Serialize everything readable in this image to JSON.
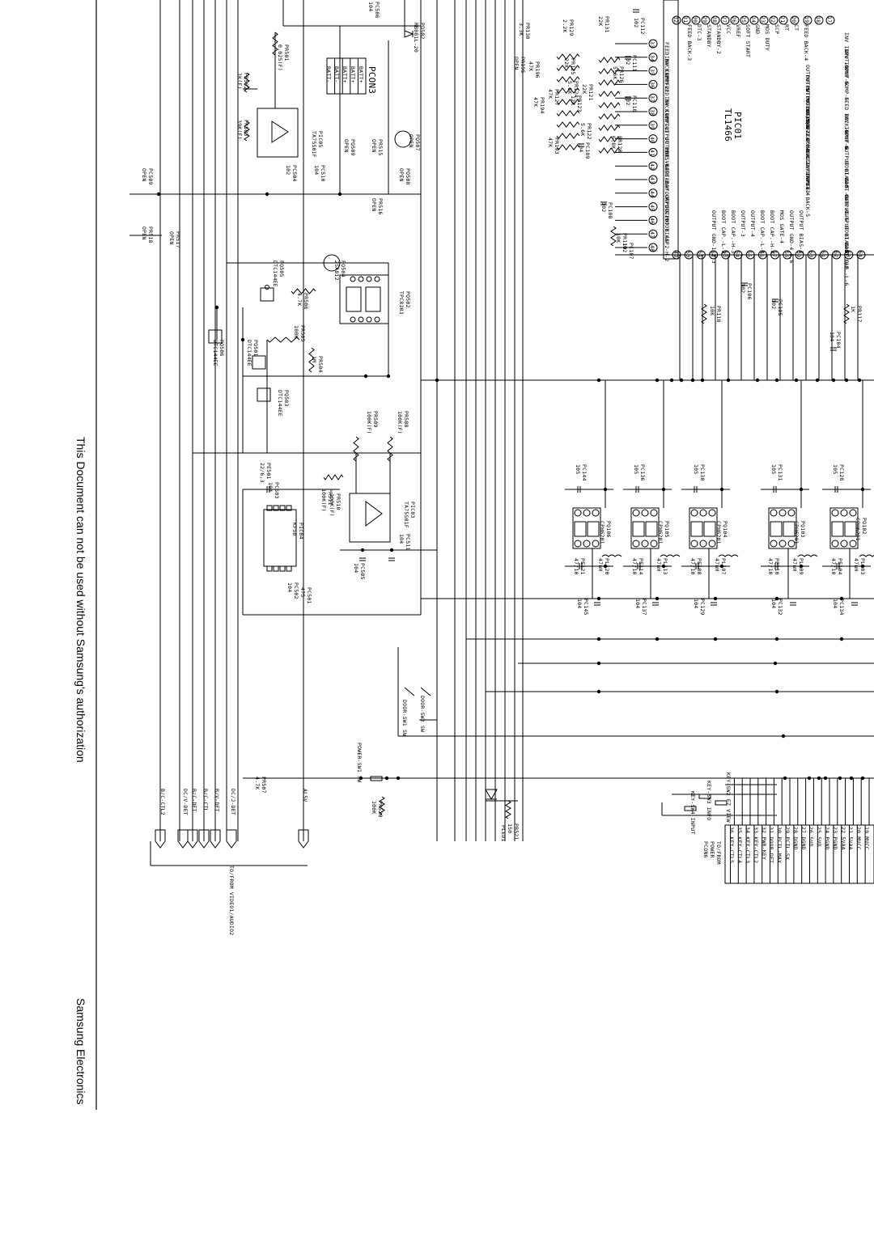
{
  "document": {
    "notice": "This Document can not be used without Samsung's authorization",
    "footer": "Samsung Electronics"
  },
  "schematic": {
    "main_ic": {
      "ref": "PIC01",
      "part": "TL1466"
    },
    "battery_connector": {
      "ref": "PCON3",
      "pins": [
        "BATT+",
        "BATT+",
        "BATT+",
        "BATT-",
        "BATT-"
      ]
    },
    "power_connector": {
      "label": "TO/FROM POWER PCON6",
      "pins": [
        "19 MVCC",
        "20 MVCC",
        "21 5VAA",
        "22 5VAA",
        "23 PGND",
        "24 PGND",
        "25 5VD",
        "26 5VD",
        "27 DGND",
        "28 DGND",
        "29 PCTL-SX",
        "30 PCTL-MAX",
        "31 DOOR-DET",
        "32 PWR-KEY",
        "33 KEY-CTL2",
        "34 KEY-CTL3",
        "35 KEY-CTL4",
        "36 KEY-CTL5"
      ]
    },
    "video_audio_connector": {
      "label": "TO/FROM VIDEO1/AUDIO2",
      "signals": [
        "B/C-CTL2",
        "DC/V-DET",
        "B/C-DET",
        "B/C-CTL",
        "B/V-DET",
        "DC/J-DET",
        "AL5V"
      ]
    },
    "switches": [
      "POWER-SW1 SW",
      "DOOR-SW1 SW",
      "DOOR-SW2 SW",
      "KEY-SW2 EZ VIEW",
      "KEY-SW3 INFO",
      "KEY-SW4 INPUT"
    ],
    "led": "PLED1",
    "ic_pins_left": [
      "FEED BACK-3",
      "DTC-3",
      "STANDBY",
      "STANDBY-2",
      "VCC",
      "VREF",
      "SOFT START",
      "GND",
      "MOS DUTY",
      "SCP",
      "RT",
      "CT",
      "FEED BACK-4"
    ],
    "ic_pins_right": [
      "FEED BACK-2",
      "INV INPUT-2",
      "COMP-2",
      "FEED BACK-1",
      "INV INPUT-1",
      "COMP-1",
      "OUTPUT BIAS-1",
      "OUTPUT VCC-1-3",
      "MOS GATE-1",
      "BOOT CAP.-H-1",
      "BOOT CAP.-L-1",
      "OUTPUT-1",
      "OUTPUT BIAS-2",
      "BOOT CAP.-H-2"
    ],
    "ic_pins_inner": [
      "OUTPUT-5",
      "OUTPUT VCC-4,5,6",
      "OUTPUT BIAS-4",
      "OUTPUT VCC-2",
      "OUTPUT-2",
      "BOOT CAP.-L-2",
      "FEED BACK-2",
      "COMP-3",
      "INV INPUT-3",
      "INV INPUT-4",
      "COMP-4",
      "FEED BACK-5"
    ],
    "ic_pins_bottom": [
      "OUTPUT GND-1,2,3",
      "BOOT CAP.-L-3",
      "BOOT CAP.-H-3",
      "OUTPUT-3",
      "OUTPUT-4",
      "BOOT CAP.-L-4",
      "BOOT CAP.-H-4",
      "MOS GATE-4",
      "OUTPUT GND-4,5,6",
      "OUTPUT BIAS-3"
    ],
    "ic_pins_far": [
      "INV INPUT-5",
      "INV INPUT-6",
      "COMP-5",
      "COMP-6",
      "FEED BACK-6",
      "INV INPUT-6",
      "COMP-6",
      "OUTPUT BIAS-5",
      "BOOT CAP.-H-5",
      "BOOT CAP.-L-5",
      "OUTPUT-6",
      "OUTPUT BIAS-6",
      "BOOT CAP.-H-6",
      "BOOT CAP.-L-6"
    ],
    "pin_numbers": [
      "17",
      "18",
      "19",
      "20",
      "21",
      "22",
      "23",
      "24",
      "25",
      "26",
      "27",
      "28",
      "29",
      "30",
      "31",
      "32",
      "33",
      "34",
      "35",
      "36",
      "37",
      "38",
      "39",
      "40",
      "41",
      "42",
      "43",
      "44",
      "45",
      "46",
      "47",
      "48",
      "49",
      "50",
      "51",
      "52",
      "53",
      "54",
      "55",
      "56",
      "57",
      "58",
      "59",
      "60",
      "61",
      "62",
      "63",
      "64"
    ],
    "components": [
      {
        "ref": "PD502",
        "value": "RB081L-20"
      },
      {
        "ref": "PC506",
        "value": "104"
      },
      {
        "ref": "PR501",
        "value": "0.025(F)"
      },
      {
        "ref": "PR502",
        "value": "1K(F)"
      },
      {
        "ref": "PR503",
        "value": "39K(F)"
      },
      {
        "ref": "PIC05",
        "value": "TA75S01F"
      },
      {
        "ref": "PC504",
        "value": "102"
      },
      {
        "ref": "PC510",
        "value": "104"
      },
      {
        "ref": "PQ509",
        "value": "OPEN"
      },
      {
        "ref": "PR515",
        "value": "OPEN"
      },
      {
        "ref": "PR516",
        "value": "OPEN"
      },
      {
        "ref": "PQ507",
        "value": "OPEN"
      },
      {
        "ref": "PQ508",
        "value": "OPEN"
      },
      {
        "ref": "PC509",
        "value": "OPEN"
      },
      {
        "ref": "PR518",
        "value": "OPEN"
      },
      {
        "ref": "PR517",
        "value": "OPEN"
      },
      {
        "ref": "PQ505",
        "value": "DTC144EE"
      },
      {
        "ref": "PQ504",
        "value": "2SA812"
      },
      {
        "ref": "PR506",
        "value": "4.7K"
      },
      {
        "ref": "PQ502",
        "value": "TPC8303"
      },
      {
        "ref": "PQ506",
        "value": "DTC144EE"
      },
      {
        "ref": "PQ501",
        "value": "DTC144EE"
      },
      {
        "ref": "PR505",
        "value": "100K"
      },
      {
        "ref": "PR504",
        "value": "1M"
      },
      {
        "ref": "PQ503",
        "value": "DTC144EE"
      },
      {
        "ref": "PR509",
        "value": "100K(F)"
      },
      {
        "ref": "PR508",
        "value": "100K(F)"
      },
      {
        "ref": "PE501",
        "value": "22/6.3"
      },
      {
        "ref": "PC503",
        "value": "104"
      },
      {
        "ref": "PR510",
        "value": "100K(F)"
      },
      {
        "ref": "PR511",
        "value": "100K(F)"
      },
      {
        "ref": "PIC03",
        "value": "TA75S01F"
      },
      {
        "ref": "PIC04",
        "value": "KF50"
      },
      {
        "ref": "PC511",
        "value": "104"
      },
      {
        "ref": "PC505",
        "value": "104"
      },
      {
        "ref": "PC502",
        "value": "104"
      },
      {
        "ref": "PC501",
        "value": "475"
      },
      {
        "ref": "PR507",
        "value": "4.7K"
      },
      {
        "ref": "PR520",
        "value": "100K"
      },
      {
        "ref": "PR521",
        "value": "150"
      },
      {
        "ref": "PR130",
        "value": "3.3K"
      },
      {
        "ref": "PR129",
        "value": "2.2K"
      },
      {
        "ref": "PR131",
        "value": "22K"
      },
      {
        "ref": "PC112",
        "value": "102"
      },
      {
        "ref": "PR195",
        "value": "OPEN"
      },
      {
        "ref": "PR196",
        "value": "47K"
      },
      {
        "ref": "PR125",
        "value": "22K"
      },
      {
        "ref": "PR126",
        "value": "5.6K"
      },
      {
        "ref": "PC111",
        "value": "102"
      },
      {
        "ref": "PR124",
        "value": "5.6K"
      },
      {
        "ref": "PR123",
        "value": "12K"
      },
      {
        "ref": "PR127",
        "value": "47K"
      },
      {
        "ref": "PR194",
        "value": "47K"
      },
      {
        "ref": "PR121",
        "value": "22K"
      },
      {
        "ref": "PR122",
        "value": "5.6K"
      },
      {
        "ref": "PC110",
        "value": "102"
      },
      {
        "ref": "PR193",
        "value": "47K"
      },
      {
        "ref": "PR120",
        "value": "6.8K"
      },
      {
        "ref": "PC109",
        "value": "104"
      },
      {
        "ref": "PC108",
        "value": "102"
      },
      {
        "ref": "PR119",
        "value": "10K"
      },
      {
        "ref": "PC107",
        "value": "102"
      },
      {
        "ref": "PR118",
        "value": "10K"
      },
      {
        "ref": "PC106",
        "value": "102"
      },
      {
        "ref": "PC105",
        "value": "102"
      },
      {
        "ref": "PR117",
        "value": "1K"
      },
      {
        "ref": "PC104",
        "value": "104"
      },
      {
        "ref": "PC144",
        "value": "105"
      },
      {
        "ref": "PC136",
        "value": "105"
      },
      {
        "ref": "PC130",
        "value": "105"
      },
      {
        "ref": "PC131",
        "value": "105"
      },
      {
        "ref": "PC128",
        "value": "105"
      },
      {
        "ref": "PQ106",
        "value": "CPH6201"
      },
      {
        "ref": "PQ105",
        "value": "CPH6201"
      },
      {
        "ref": "PQ104",
        "value": "CPH6201"
      },
      {
        "ref": "PQ103",
        "value": "CPH6201"
      },
      {
        "ref": "PQ102",
        "value": "CPH6201"
      },
      {
        "ref": "PL120",
        "value": "47uH"
      },
      {
        "ref": "PL113",
        "value": "47uH"
      },
      {
        "ref": "PL107",
        "value": "47uH"
      },
      {
        "ref": "PL109",
        "value": "47uH"
      },
      {
        "ref": "PL103",
        "value": "47uH"
      },
      {
        "ref": "PE121",
        "value": "47/10"
      },
      {
        "ref": "PE114",
        "value": "47/10"
      },
      {
        "ref": "PE108",
        "value": "47/10"
      },
      {
        "ref": "PE110",
        "value": "47/10"
      },
      {
        "ref": "PE104",
        "value": "47/10"
      },
      {
        "ref": "PC145",
        "value": "104"
      },
      {
        "ref": "PC137",
        "value": "104"
      },
      {
        "ref": "PC129",
        "value": "104"
      },
      {
        "ref": "PC132",
        "value": "104"
      },
      {
        "ref": "PC134",
        "value": "104"
      }
    ]
  }
}
